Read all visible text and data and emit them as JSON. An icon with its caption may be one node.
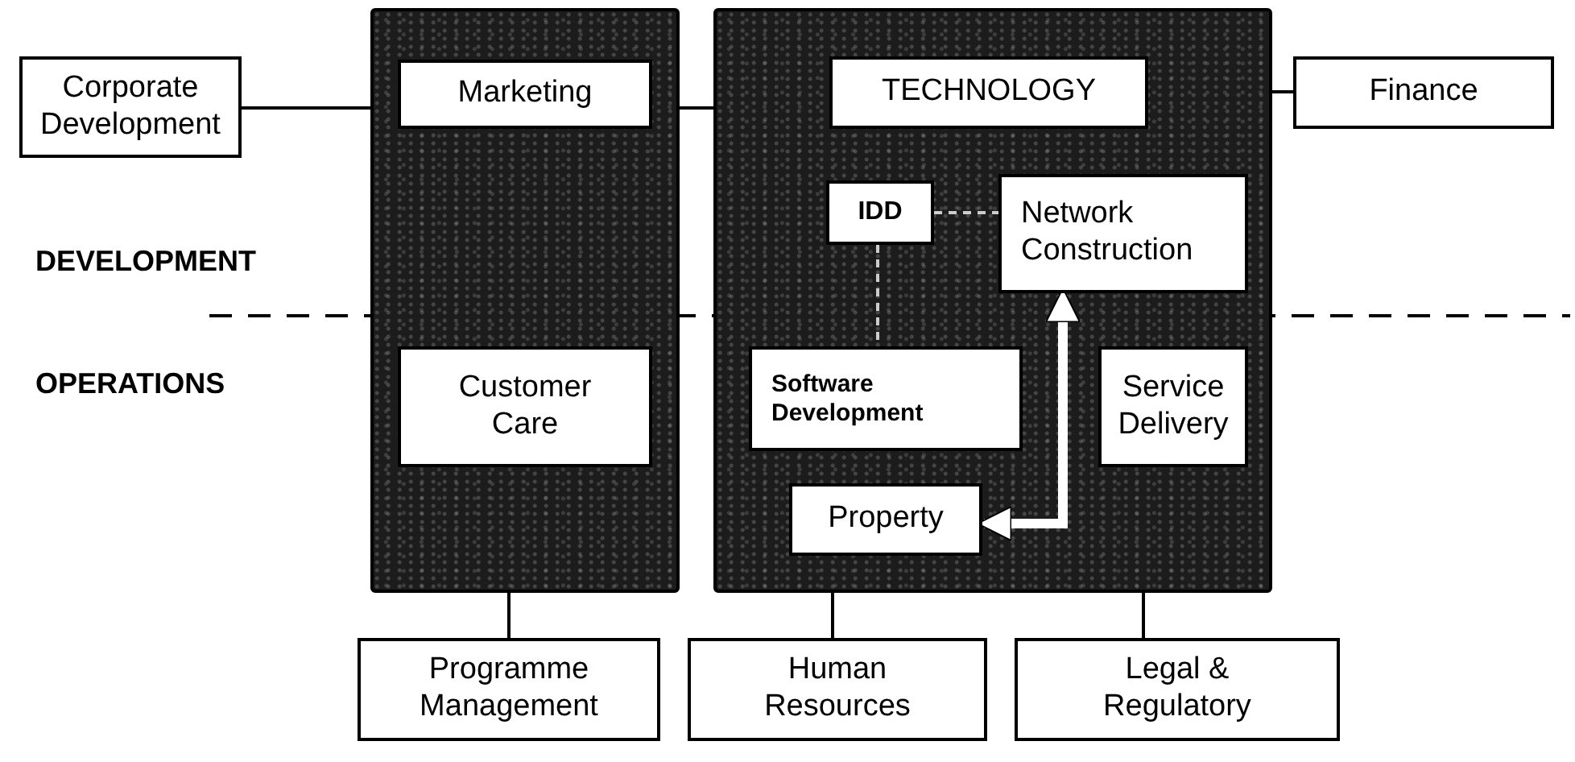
{
  "diagram": {
    "nodes": [
      {
        "text": [
          "Corporate Development"
        ]
      },
      {
        "text": [],
        "shape": "box"
      },
      {
        "text": [
          "Marketing"
        ],
        "in": 1
      },
      {
        "text": [
          "Customer Care"
        ],
        "in": 1
      },
      {
        "text": [],
        "shape": "box"
      },
      {
        "text": [
          "TECHNOLOGY"
        ],
        "in": 4
      },
      {
        "text": [
          "IDD"
        ],
        "in": 4
      },
      {
        "text": [
          "Network Construction"
        ],
        "in": 4
      },
      {
        "text": [
          "Software Development"
        ],
        "in": 4
      },
      {
        "text": [
          "Service Delivery"
        ],
        "in": 4
      },
      {
        "text": [
          "Property"
        ],
        "in": 4
      },
      {
        "text": [
          "Finance"
        ]
      },
      {
        "text": [
          "Programme Management"
        ]
      },
      {
        "text": [
          "Human Resources"
        ]
      },
      {
        "text": [
          "Legal & Regulatory"
        ]
      }
    ],
    "edges": [
      {
        "from": 0,
        "to": 1,
        "arrow": "none"
      },
      {
        "from": 1,
        "to": 4,
        "arrow": "none"
      },
      {
        "from": 4,
        "to": 11,
        "arrow": "none"
      },
      {
        "from": 1,
        "to": 12,
        "arrow": "none"
      },
      {
        "from": 4,
        "to": 13,
        "arrow": "none"
      },
      {
        "from": 4,
        "to": 14,
        "arrow": "none"
      },
      {
        "from": 6,
        "to": 7,
        "arrow": "none",
        "style": "dashed",
        "color": "#cccccc"
      },
      {
        "from": 6,
        "to": 8,
        "arrow": "none",
        "style": "dashed",
        "color": "#cccccc"
      },
      {
        "from": 10,
        "to": 7,
        "arrow": "both",
        "style": "thick",
        "color": "#ffffff"
      }
    ],
    "labels": [
      "DEVELOPMENT",
      "OPERATIONS"
    ]
  }
}
